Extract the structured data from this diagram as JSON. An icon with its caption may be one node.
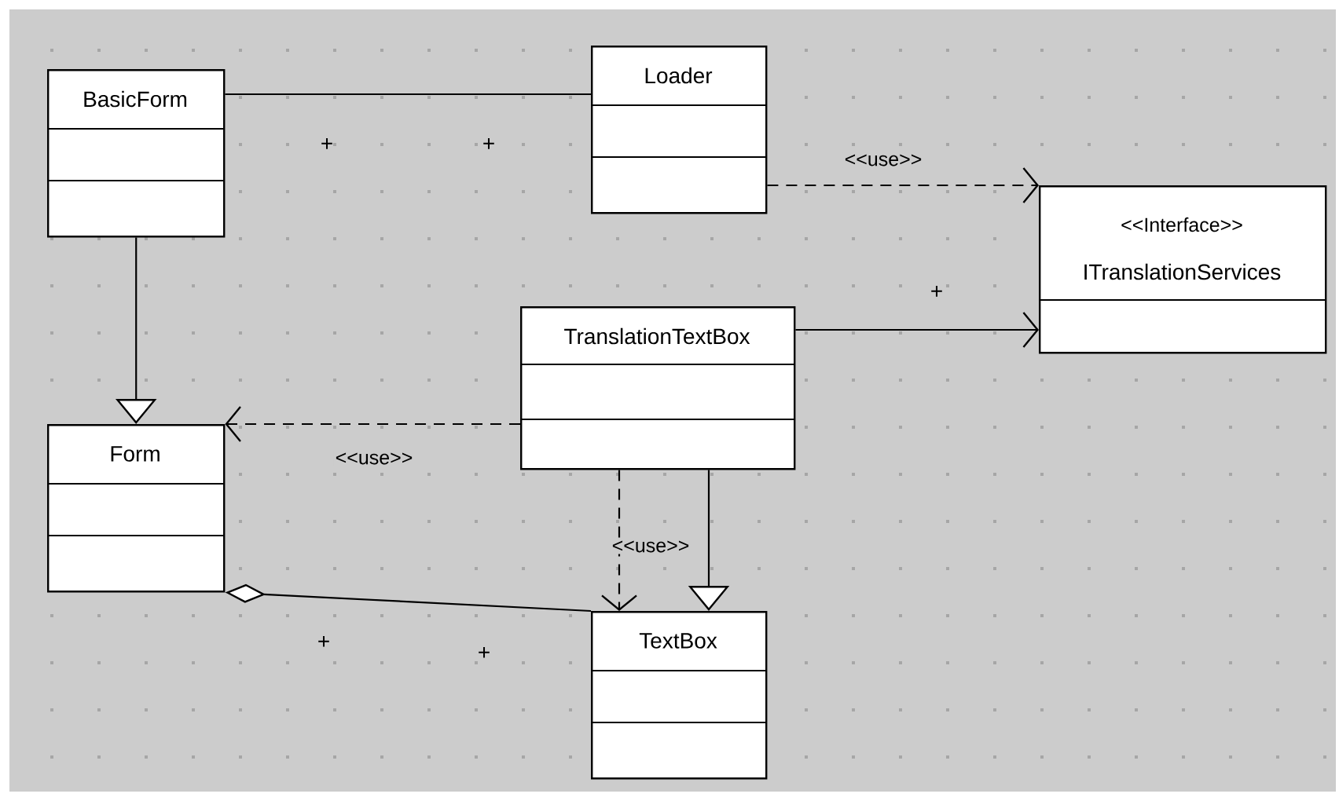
{
  "diagram": {
    "nodes": [
      {
        "text": [
          "BasicForm"
        ]
      },
      {
        "text": [
          "Loader"
        ]
      },
      {
        "text": [
          "<<Interface>>",
          "ITranslationServices"
        ]
      },
      {
        "text": [
          "TranslationTextBox"
        ]
      },
      {
        "text": [
          "Form"
        ]
      },
      {
        "text": [
          "TextBox"
        ]
      }
    ],
    "edges": [
      {
        "from": 0,
        "to": 1,
        "arrow": "none"
      },
      {
        "from": 1,
        "to": 2,
        "arrow": "to",
        "style": "dashed",
        "label": "<<use>>"
      },
      {
        "from": 0,
        "to": 4,
        "arrow": "to"
      },
      {
        "from": 3,
        "to": 2,
        "arrow": "to"
      },
      {
        "from": 3,
        "to": 4,
        "arrow": "to",
        "style": "dashed",
        "label": "<<use>>"
      },
      {
        "from": 3,
        "to": 5,
        "arrow": "to",
        "style": "dashed",
        "label": "<<use>>"
      },
      {
        "from": 3,
        "to": 5,
        "arrow": "to"
      },
      {
        "from": 4,
        "to": 5,
        "arrow": "other"
      }
    ],
    "labels": [
      "+",
      "+",
      "+",
      "+",
      "+"
    ]
  }
}
